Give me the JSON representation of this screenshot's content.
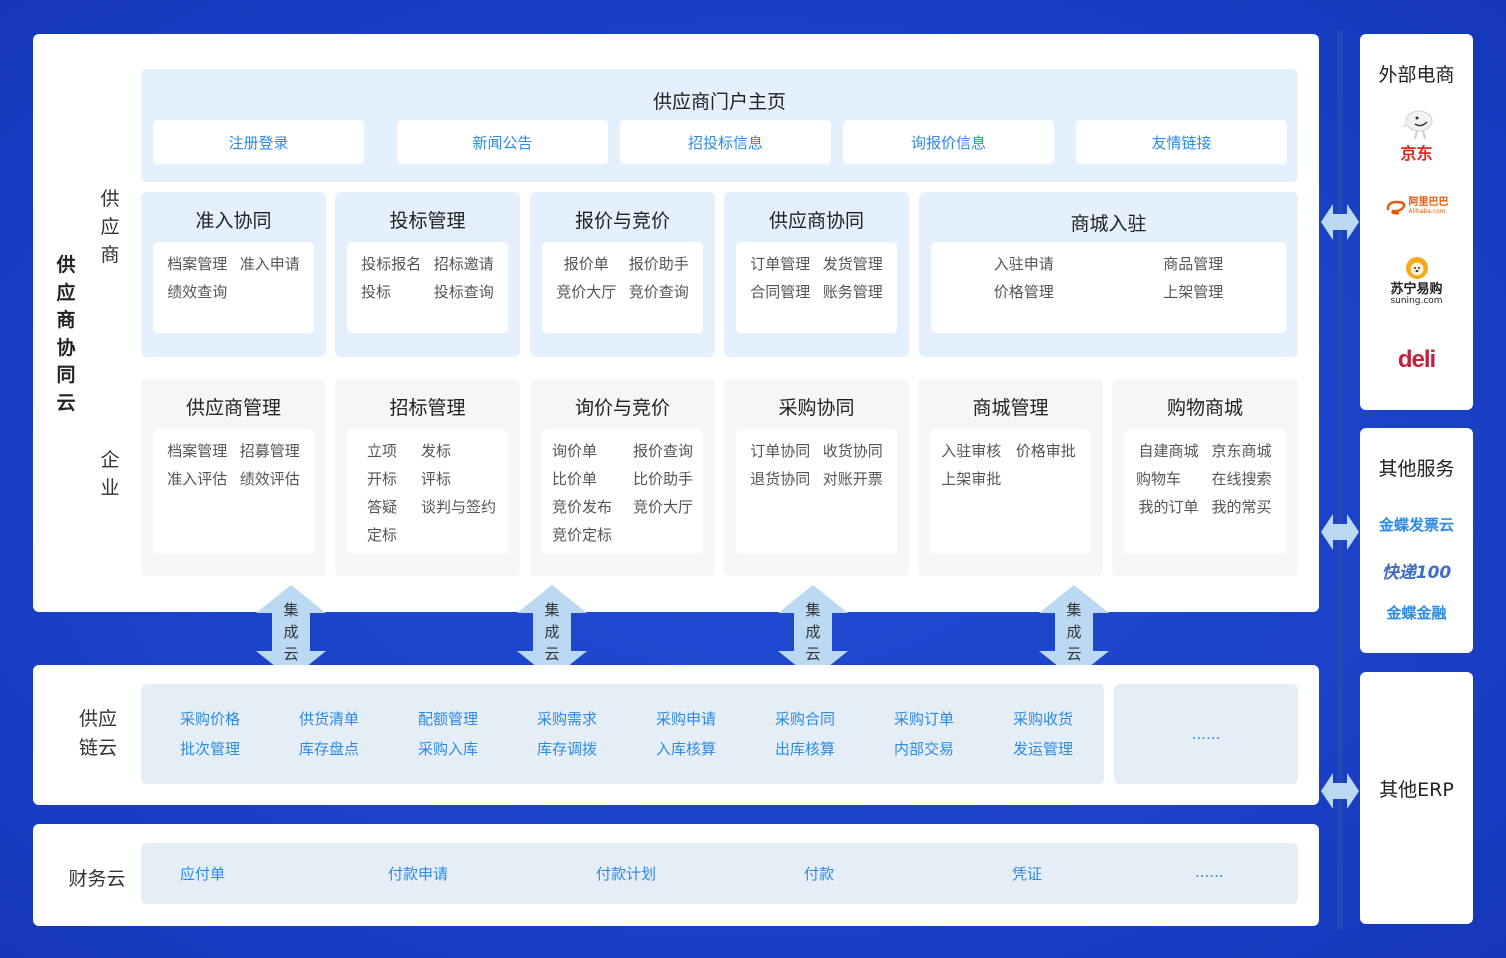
{
  "collab_cloud": {
    "label": "供应商协同云",
    "label_chars": [
      "供",
      "应",
      "商",
      "协",
      "同",
      "云"
    ],
    "supplier_label_chars": [
      "供",
      "应",
      "商"
    ],
    "enterprise_label_chars": [
      "企",
      "业"
    ],
    "portal": {
      "title": "供应商门户主页",
      "buttons": [
        "注册登录",
        "新闻公告",
        "招投标信息",
        "询报价信息",
        "友情链接"
      ]
    },
    "supplier_modules": [
      {
        "title": "准入协同",
        "items": [
          "档案管理",
          "准入申请",
          "绩效查询"
        ]
      },
      {
        "title": "投标管理",
        "items": [
          "投标报名",
          "招标邀请",
          "投标",
          "投标查询"
        ]
      },
      {
        "title": "报价与竞价",
        "items": [
          "报价单",
          "报价助手",
          "竞价大厅",
          "竞价查询"
        ]
      },
      {
        "title": "供应商协同",
        "items": [
          "订单管理",
          "发货管理",
          "合同管理",
          "账务管理"
        ]
      },
      {
        "title": "商城入驻",
        "items": [
          "入驻申请",
          "商品管理",
          "价格管理",
          "上架管理"
        ]
      }
    ],
    "enterprise_modules": [
      {
        "title": "供应商管理",
        "items": [
          "档案管理",
          "招募管理",
          "准入评估",
          "绩效评估"
        ]
      },
      {
        "title": "招标管理",
        "items": [
          "立项",
          "发标",
          "开标",
          "评标",
          "答疑",
          "谈判与签约",
          "定标"
        ]
      },
      {
        "title": "询价与竞价",
        "items": [
          "询价单",
          "报价查询",
          "比价单",
          "比价助手",
          "竞价发布",
          "竞价大厅",
          "竞价定标"
        ]
      },
      {
        "title": "采购协同",
        "items": [
          "订单协同",
          "收货协同",
          "退货协同",
          "对账开票"
        ]
      },
      {
        "title": "商城管理",
        "items": [
          "入驻审核",
          "价格审批",
          "上架审批"
        ]
      },
      {
        "title": "购物商城",
        "items": [
          "自建商城",
          "京东商城",
          "购物车",
          "在线搜索",
          "我的订单",
          "我的常买"
        ]
      }
    ]
  },
  "integration": {
    "label_chars": [
      "集",
      "成",
      "云"
    ],
    "count": 4
  },
  "supply_chain_cloud": {
    "label_line1": "供应",
    "label_line2": "链云",
    "items_row1": [
      "采购价格",
      "供货清单",
      "配额管理",
      "采购需求",
      "采购申请",
      "采购合同",
      "采购订单",
      "采购收货"
    ],
    "items_row2": [
      "批次管理",
      "库存盘点",
      "采购入库",
      "库存调拨",
      "入库核算",
      "出库核算",
      "内部交易",
      "发运管理"
    ],
    "more": "......"
  },
  "finance_cloud": {
    "label": "财务云",
    "items": [
      "应付单",
      "付款申请",
      "付款计划",
      "付款",
      "凭证",
      "......"
    ]
  },
  "external_ecommerce": {
    "title": "外部电商",
    "logos": [
      {
        "name": "京东",
        "color": "#e1251b"
      },
      {
        "name": "阿里巴巴",
        "sub": "Alibaba.com",
        "color": "#e8590c"
      },
      {
        "name": "苏宁易购",
        "sub": "suning.com",
        "color": "#222222"
      },
      {
        "name": "deli",
        "color": "#c4203a"
      }
    ]
  },
  "other_services": {
    "title": "其他服务",
    "items": [
      {
        "name": "金蝶发票云",
        "color": "#2c8be6"
      },
      {
        "name": "快递100",
        "color": "#3f6cc4"
      },
      {
        "name": "金蝶金融",
        "color": "#2c8be6"
      }
    ]
  },
  "other_erp": {
    "title": "其他ERP"
  },
  "colors": {
    "frame_blue": "#1a46c8",
    "supplier_bg": "#e4f0fd",
    "enterprise_bg": "#f5f6f8",
    "link_blue": "#2c8be6",
    "arrow_blue": "#bcd9f3"
  }
}
